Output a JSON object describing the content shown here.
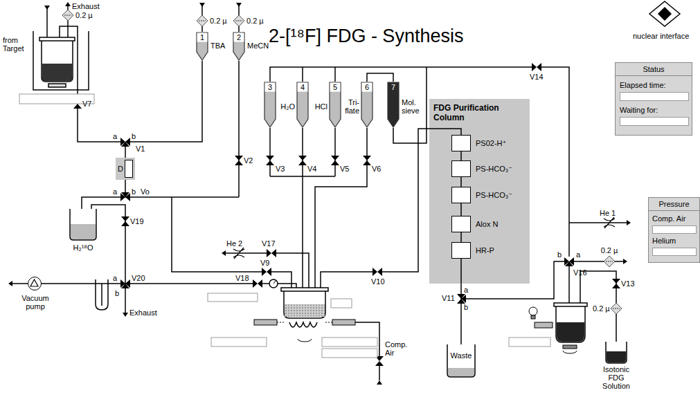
{
  "diagram": {
    "title": "2-[¹⁸F] FDG - Synthesis",
    "nodes": [
      {
        "text": [
          "0.2 µ"
        ]
      },
      {
        "text": [
          "0.2 µ"
        ]
      },
      {
        "text": [
          "0.2 µ"
        ]
      },
      {
        "text": [
          "1",
          "TBA"
        ]
      },
      {
        "text": [
          "2",
          "MeCN"
        ]
      },
      {
        "text": [
          "Status",
          "Elapsed time:",
          "Waiting for:"
        ]
      },
      {
        "text": [
          "3"
        ]
      },
      {
        "text": [
          "4",
          "H₂O"
        ]
      },
      {
        "text": [
          "5",
          "HCl"
        ]
      },
      {
        "text": [
          "6",
          "Tri- flate"
        ]
      },
      {
        "text": [
          "7",
          "Mol. sieve"
        ]
      },
      {
        "text": [
          "FDG Purification Column"
        ]
      },
      {
        "text": [
          "PS02-H⁺"
        ],
        "in": 11
      },
      {
        "text": [
          "PS-HCO₃⁻"
        ],
        "in": 11
      },
      {
        "text": [
          "PS-HCO₃⁻"
        ],
        "in": 11
      },
      {
        "text": [
          "Alox N"
        ],
        "in": 11
      },
      {
        "text": [
          "HR-P"
        ],
        "in": 11
      },
      {
        "text": [
          "D"
        ]
      },
      {
        "text": [
          "Pressure",
          "Comp. Air",
          "Helium"
        ]
      },
      {
        "text": [
          "0.2 µ"
        ]
      },
      {
        "text": [
          "H₂¹⁸O"
        ]
      },
      {
        "text": [
          "Vacuum pump"
        ]
      },
      {
        "text": [
          "0.2 µ"
        ]
      },
      {
        "text": [
          "Waste"
        ]
      },
      {
        "text": [
          "Isotonic FDG Solution"
        ]
      }
    ],
    "edges": [
      {
        "from": 1,
        "to": 3,
        "arrow": "none"
      },
      {
        "from": 2,
        "to": 4,
        "arrow": "none"
      },
      {
        "from": 12,
        "to": 13,
        "arrow": "none"
      },
      {
        "from": 13,
        "to": 14,
        "arrow": "none"
      },
      {
        "from": 14,
        "to": 15,
        "arrow": "none"
      },
      {
        "from": 15,
        "to": 16,
        "arrow": "none"
      },
      {
        "from": 9,
        "to": 10,
        "arrow": "none"
      },
      {
        "from": 17,
        "to": 20,
        "arrow": "none"
      },
      {
        "from": 20,
        "to": 21,
        "arrow": "none"
      },
      {
        "from": 16,
        "to": 23,
        "arrow": "none"
      },
      {
        "from": 22,
        "to": 24,
        "arrow": "none"
      }
    ],
    "labels": [
      "Exhaust",
      "from Target",
      "V7",
      "a",
      "b",
      "V1",
      "a",
      "b",
      "Vo",
      "V2",
      "V3",
      "V4",
      "V5",
      "V6",
      "V14",
      "He 2",
      "V17",
      "V9",
      "V10",
      "He 1",
      "b",
      "a",
      "V16",
      "V11",
      "a",
      "b",
      "V13",
      "V19",
      "a",
      "b",
      "V20",
      "Exhaust",
      "V18",
      "Comp. Air",
      "nuclear interface"
    ]
  }
}
